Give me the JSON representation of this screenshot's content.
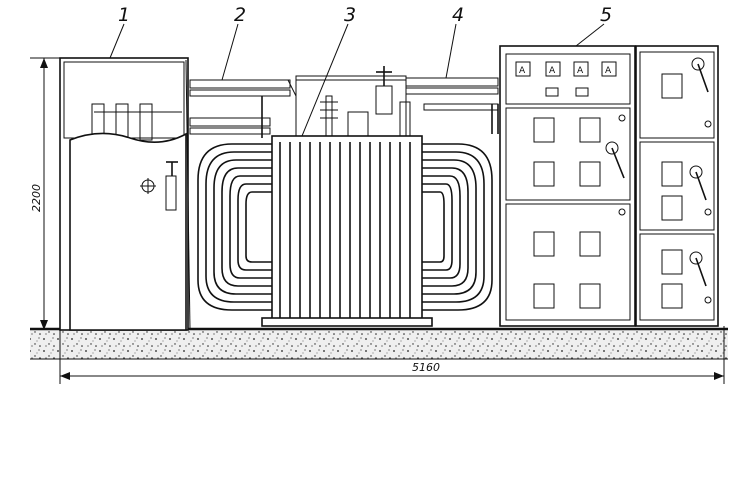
{
  "figure": {
    "callouts": [
      "1",
      "2",
      "3",
      "4",
      "5"
    ],
    "dimensions": {
      "height": "2200",
      "length": "5160"
    },
    "meter_labels": [
      "A",
      "A",
      "A",
      "A"
    ]
  },
  "colors": {
    "ink": "#111111",
    "paper": "#ffffff",
    "ground_fill": "#e9e9e9"
  }
}
